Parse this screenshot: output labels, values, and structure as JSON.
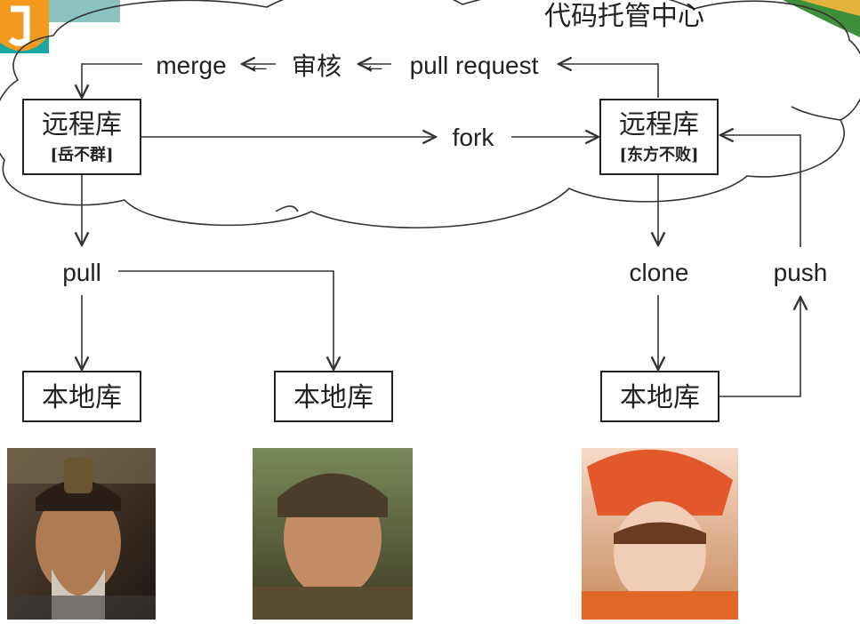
{
  "cloud": {
    "title": "代码托管中心"
  },
  "repos": {
    "remote_left": {
      "title": "远程库",
      "owner": "[岳不群]",
      "owner_color": "#1f24b8"
    },
    "remote_right": {
      "title": "远程库",
      "owner": "[东方不败]",
      "owner_color": "#e0281a"
    },
    "local_1": {
      "title": "本地库"
    },
    "local_2": {
      "title": "本地库"
    },
    "local_3": {
      "title": "本地库"
    }
  },
  "flow": {
    "merge": "merge",
    "arrow_1": "←",
    "review": "审核",
    "arrow_2": "←",
    "pull_request": "pull request",
    "fork": "fork",
    "pull": "pull",
    "clone": "clone",
    "push": "push"
  },
  "colors": {
    "logo_orange": "#f29a1d",
    "logo_teal": "#1aa6a3",
    "corner_green": "#3f8f3a"
  }
}
